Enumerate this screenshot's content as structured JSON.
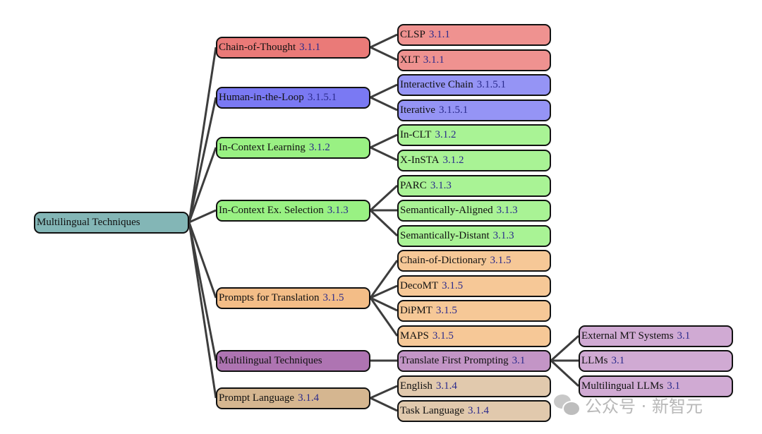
{
  "title": "Multilingual Techniques taxonomy",
  "colors": {
    "root": "#83b6b6",
    "cot": "#ea7a78",
    "cot_leaf": "#ef9290",
    "hitl": "#7a79f3",
    "hitl_leaf": "#9594f5",
    "icl": "#99f183",
    "icl_leaf": "#a9f395",
    "pft": "#f3bd87",
    "pft_leaf": "#f6c897",
    "mt": "#ae74b2",
    "mt_leaf": "#c395c6",
    "mt_leaf2": "#d0aad3",
    "pl": "#d5b690",
    "pl_leaf": "#e1c9ad",
    "ref_text": "#2a2a8c",
    "edge": "#3d3d3d"
  },
  "root": {
    "id": "root",
    "label": "Multilingual Techniques",
    "ref": ""
  },
  "level1": [
    {
      "id": "cot",
      "label": "Chain-of-Thought",
      "ref": "3.1.1",
      "color": "cot"
    },
    {
      "id": "hitl",
      "label": "Human-in-the-Loop",
      "ref": "3.1.5.1",
      "color": "hitl"
    },
    {
      "id": "icl",
      "label": "In-Context Learning",
      "ref": "3.1.2",
      "color": "icl"
    },
    {
      "id": "ices",
      "label": "In-Context Ex.  Selection",
      "ref": "3.1.3",
      "color": "icl"
    },
    {
      "id": "pft",
      "label": "Prompts for Translation",
      "ref": "3.1.5",
      "color": "pft"
    },
    {
      "id": "mt",
      "label": "Multilingual Techniques",
      "ref": "",
      "color": "mt"
    },
    {
      "id": "pl",
      "label": "Prompt Language",
      "ref": "3.1.4",
      "color": "pl"
    }
  ],
  "level2": [
    {
      "id": "clsp",
      "parent": "cot",
      "label": "CLSP",
      "ref": "3.1.1",
      "color": "cot_leaf"
    },
    {
      "id": "xlt",
      "parent": "cot",
      "label": "XLT",
      "ref": "3.1.1",
      "color": "cot_leaf"
    },
    {
      "id": "ic",
      "parent": "hitl",
      "label": "Interactive Chain",
      "ref": "3.1.5.1",
      "color": "hitl_leaf"
    },
    {
      "id": "iter",
      "parent": "hitl",
      "label": "Iterative",
      "ref": "3.1.5.1",
      "color": "hitl_leaf"
    },
    {
      "id": "inclt",
      "parent": "icl",
      "label": "In-CLT",
      "ref": "3.1.2",
      "color": "icl_leaf"
    },
    {
      "id": "xinsta",
      "parent": "icl",
      "label": "X-InSTA",
      "ref": "3.1.2",
      "color": "icl_leaf"
    },
    {
      "id": "parc",
      "parent": "ices",
      "label": "PARC",
      "ref": "3.1.3",
      "color": "icl_leaf"
    },
    {
      "id": "sa",
      "parent": "ices",
      "label": "Semantically-Aligned",
      "ref": "3.1.3",
      "color": "icl_leaf"
    },
    {
      "id": "sd",
      "parent": "ices",
      "label": "Semantically-Distant",
      "ref": "3.1.3",
      "color": "icl_leaf"
    },
    {
      "id": "cod",
      "parent": "pft",
      "label": "Chain-of-Dictionary",
      "ref": "3.1.5",
      "color": "pft_leaf"
    },
    {
      "id": "decomt",
      "parent": "pft",
      "label": "DecoMT",
      "ref": "3.1.5",
      "color": "pft_leaf"
    },
    {
      "id": "dipmt",
      "parent": "pft",
      "label": "DiPMT",
      "ref": "3.1.5",
      "color": "pft_leaf"
    },
    {
      "id": "maps",
      "parent": "pft",
      "label": "MAPS",
      "ref": "3.1.5",
      "color": "pft_leaf"
    },
    {
      "id": "tfp",
      "parent": "mt",
      "label": "Translate First Prompting",
      "ref": "3.1",
      "color": "mt_leaf"
    },
    {
      "id": "eng",
      "parent": "pl",
      "label": "English",
      "ref": "3.1.4",
      "color": "pl_leaf"
    },
    {
      "id": "tl",
      "parent": "pl",
      "label": "Task Language",
      "ref": "3.1.4",
      "color": "pl_leaf"
    }
  ],
  "level3": [
    {
      "id": "extmt",
      "parent": "tfp",
      "label": "External MT Systems",
      "ref": "3.1",
      "color": "mt_leaf2"
    },
    {
      "id": "llms",
      "parent": "tfp",
      "label": "LLMs",
      "ref": "3.1",
      "color": "mt_leaf2"
    },
    {
      "id": "mllms",
      "parent": "tfp",
      "label": "Multilingual LLMs",
      "ref": "3.1",
      "color": "mt_leaf2"
    }
  ],
  "watermark": {
    "text": "公众号 · 新智元",
    "icon": "wechat-icon"
  }
}
